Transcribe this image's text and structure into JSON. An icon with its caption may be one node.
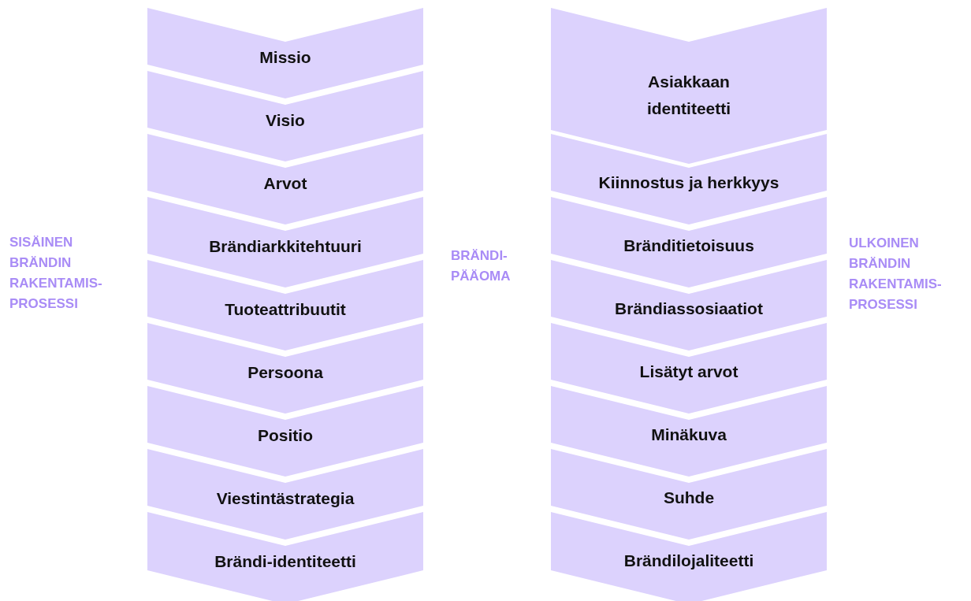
{
  "diagram": {
    "nodes": [
      {
        "text": [
          "Missio"
        ]
      },
      {
        "text": [
          "Visio"
        ]
      },
      {
        "text": [
          "Arvot"
        ]
      },
      {
        "text": [
          "Brändiarkkitehtuuri"
        ]
      },
      {
        "text": [
          "Tuoteattribuutit"
        ]
      },
      {
        "text": [
          "Persoona"
        ]
      },
      {
        "text": [
          "Positio"
        ]
      },
      {
        "text": [
          "Viestintästrategia"
        ]
      },
      {
        "text": [
          "Brändi-identiteetti"
        ]
      },
      {
        "text": [
          "Asiakkaan identiteetti"
        ]
      },
      {
        "text": [
          "Kiinnostus ja herkkyys"
        ]
      },
      {
        "text": [
          "Bränditietoisuus"
        ]
      },
      {
        "text": [
          "Brändiassosiaatiot"
        ]
      },
      {
        "text": [
          "Lisätyt arvot"
        ]
      },
      {
        "text": [
          "Minäkuva"
        ]
      },
      {
        "text": [
          "Suhde"
        ]
      },
      {
        "text": [
          "Brändilojaliteetti"
        ]
      }
    ],
    "edges": [],
    "labels": [
      "SISÄINEN BRÄNDIN RAKENTAMIS- PROSESSI",
      "BRÄNDI- PÄÄOMA",
      "ULKOINEN BRÄNDIN RAKENTAMIS- PROSESSI"
    ]
  }
}
